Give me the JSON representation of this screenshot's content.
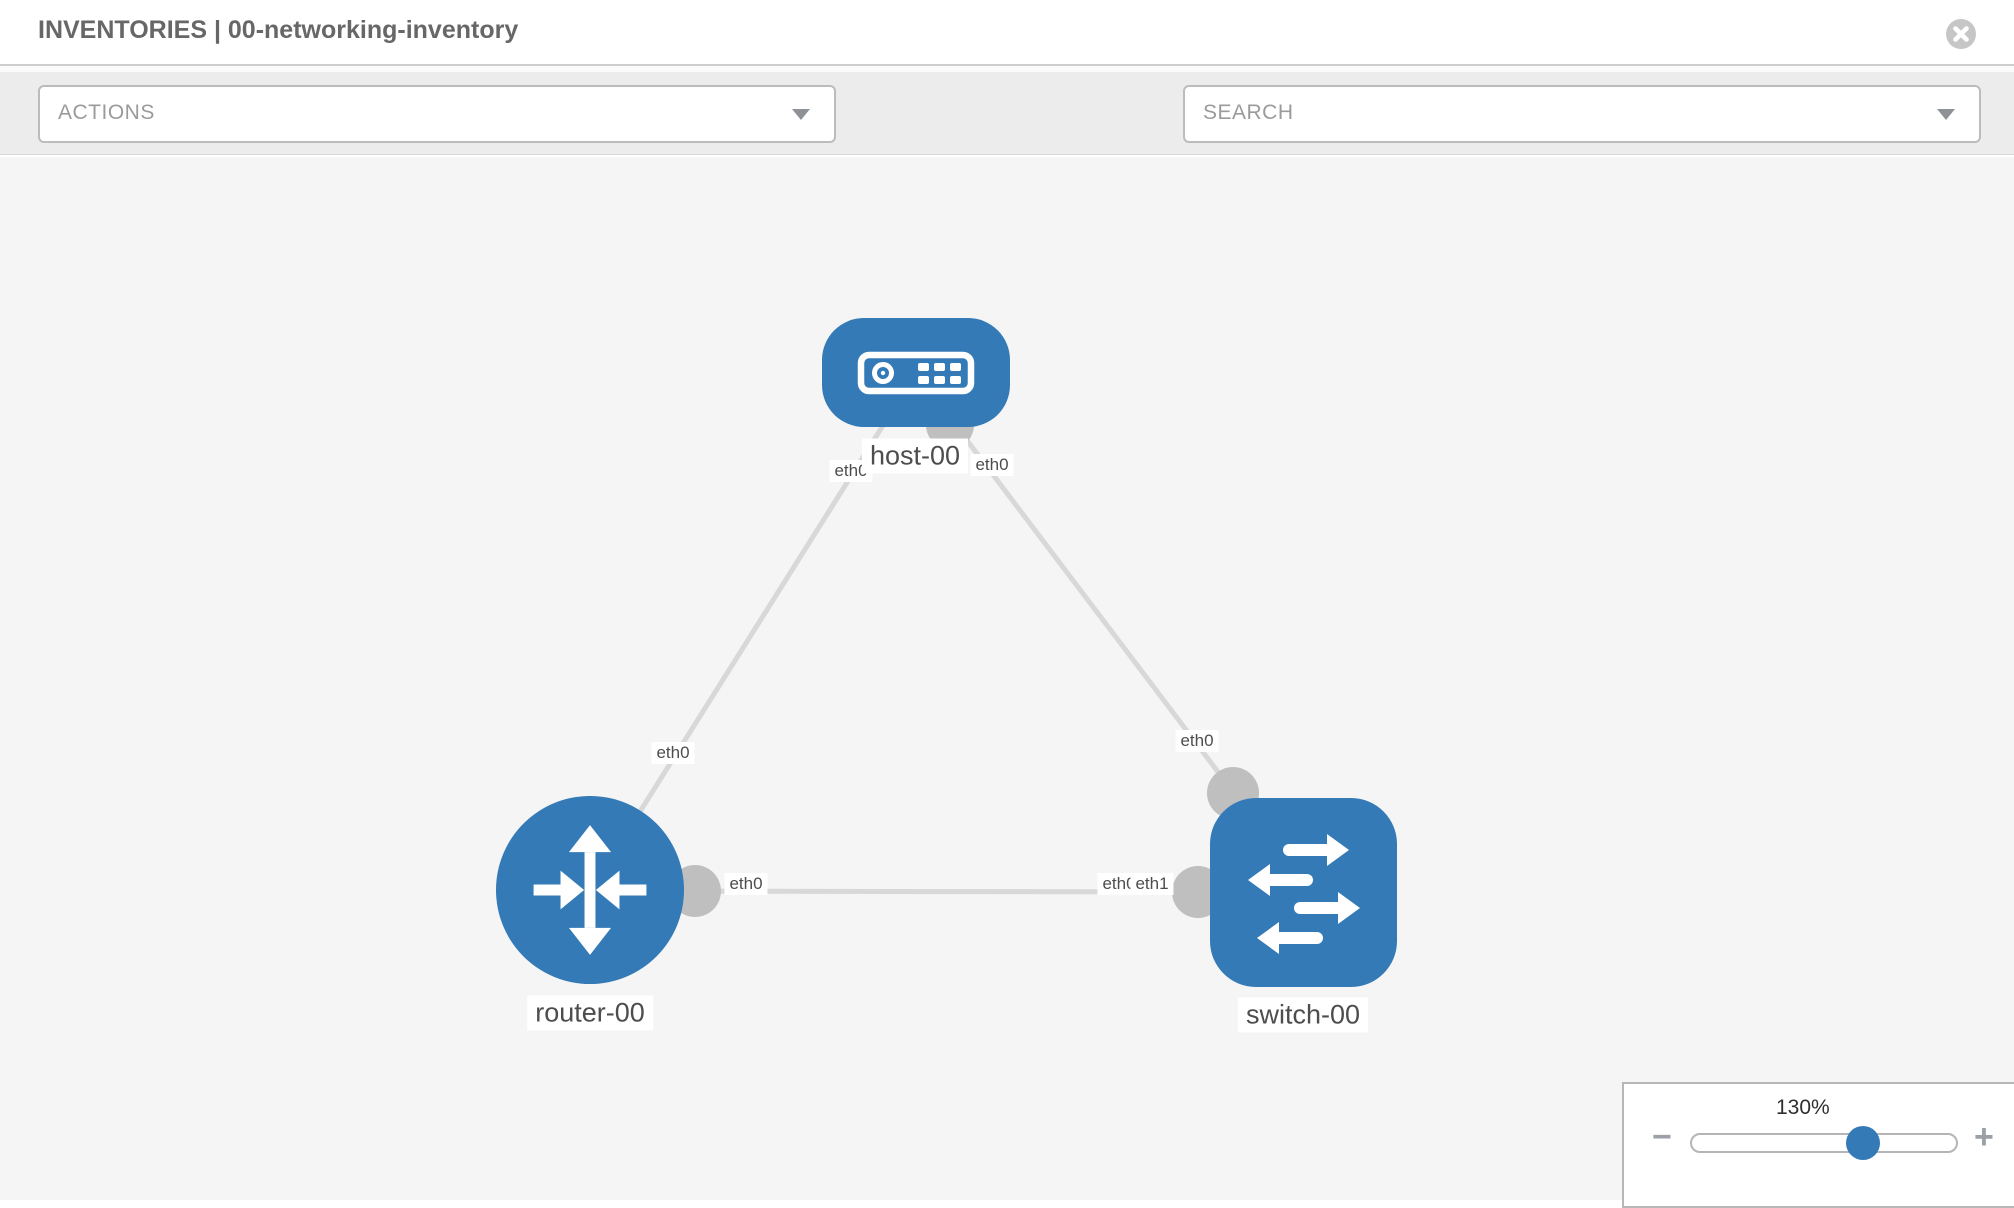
{
  "header": {
    "title": "INVENTORIES | 00-networking-inventory"
  },
  "toolbar": {
    "actions_label": "ACTIONS",
    "search_placeholder": "SEARCH"
  },
  "icons": {
    "close": "x-in-circle",
    "wrench": "wrench",
    "key": "key",
    "dropdown": "chevron-down-triangle"
  },
  "colors": {
    "node_blue": "#337ab7",
    "link_gray": "#d8d8d8",
    "connector_gray": "#bfbfbf",
    "canvas_bg": "#f5f5f5",
    "toolbar_bg": "#ececec"
  },
  "canvas": {
    "nodes": [
      {
        "label": "host-00",
        "type": "host"
      },
      {
        "label": "router-00",
        "type": "router"
      },
      {
        "label": "switch-00",
        "type": "switch"
      }
    ],
    "links": [
      {
        "from": "host-00",
        "to": "router-00",
        "from_iface": "eth0",
        "to_iface": "eth0"
      },
      {
        "from": "host-00",
        "to": "switch-00",
        "from_iface": "eth0",
        "to_iface": "eth0"
      },
      {
        "from": "router-00",
        "to": "switch-00",
        "from_iface": "eth0",
        "to_iface": "eth1",
        "to_iface_overlapped": "eth0"
      }
    ]
  },
  "zoom_control": {
    "level": "130%",
    "minus_label": "−",
    "plus_label": "+"
  }
}
